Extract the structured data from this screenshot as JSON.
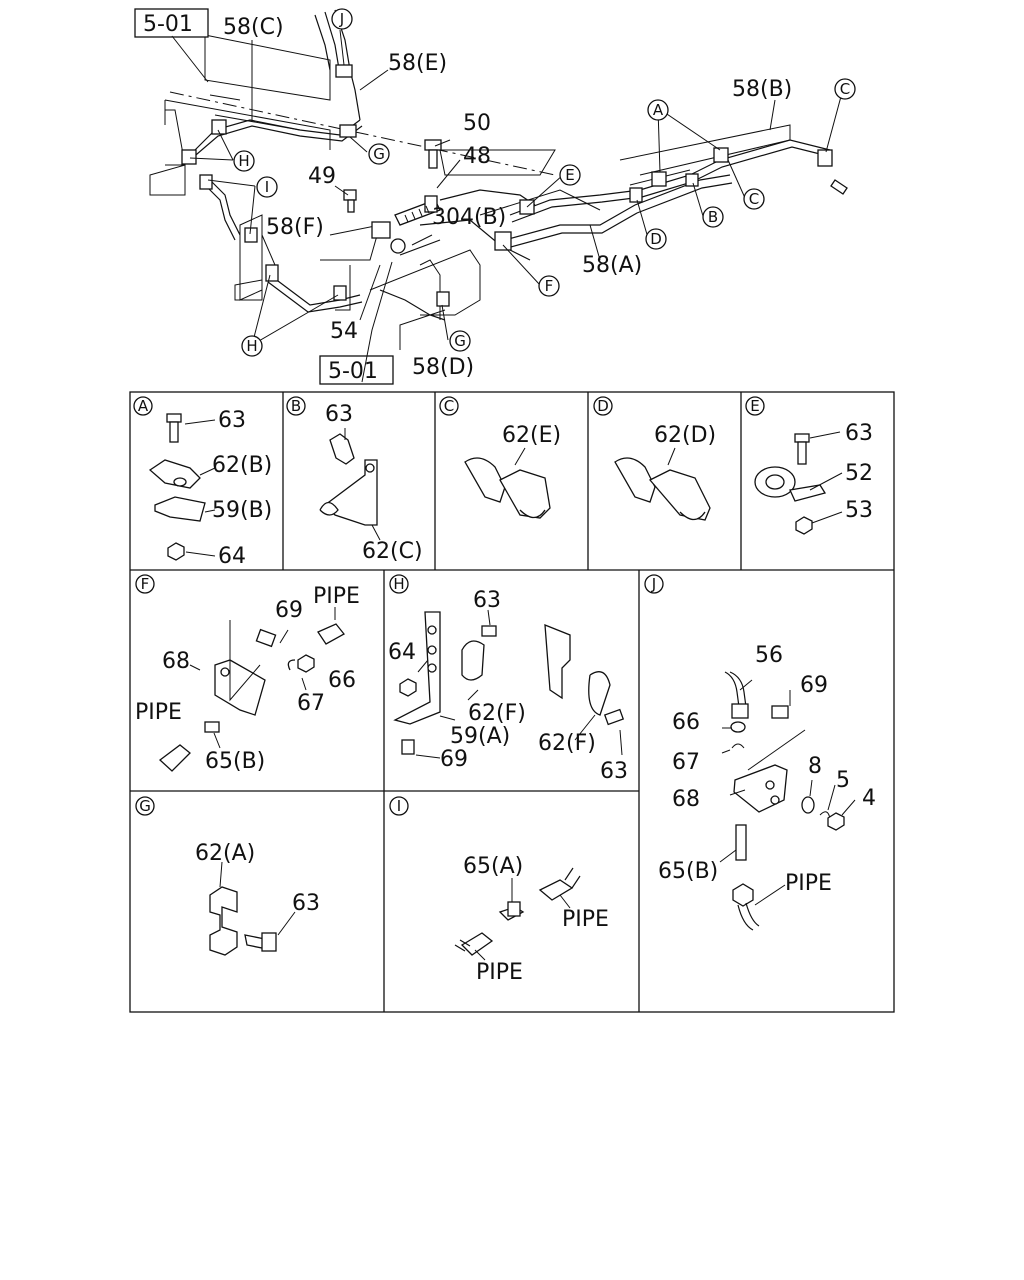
{
  "main_view": {
    "ref_top": "5-01",
    "ref_bottom": "5-01",
    "labels": {
      "l58c": "58(C)",
      "l58e": "58(E)",
      "l58b": "58(B)",
      "l58f": "58(F)",
      "l58a": "58(A)",
      "l58d": "58(D)",
      "l50": "50",
      "l48": "48",
      "l49": "49",
      "l304b": "304(B)",
      "l54": "54"
    },
    "callouts": {
      "J": "J",
      "H1": "H",
      "G1": "G",
      "I": "I",
      "H2": "H",
      "E": "E",
      "A": "A",
      "C1": "C",
      "C2": "C",
      "B": "B",
      "D": "D",
      "F": "F",
      "G2": "G"
    }
  },
  "details": {
    "A": {
      "letter": "A",
      "p1": "63",
      "p2": "62(B)",
      "p3": "59(B)",
      "p4": "64"
    },
    "B": {
      "letter": "B",
      "p1": "63",
      "p2": "62(C)"
    },
    "C": {
      "letter": "C",
      "p1": "62(E)"
    },
    "D": {
      "letter": "D",
      "p1": "62(D)"
    },
    "E": {
      "letter": "E",
      "p1": "63",
      "p2": "52",
      "p3": "53"
    },
    "F": {
      "letter": "F",
      "p1": "69",
      "p2": "PIPE",
      "p3": "68",
      "p4": "66",
      "p5": "67",
      "p6": "PIPE",
      "p7": "65(B)"
    },
    "H": {
      "letter": "H",
      "p1": "63",
      "p2": "64",
      "p3": "62(F)",
      "p4": "59(A)",
      "p5": "62(F)",
      "p6": "69",
      "p7": "63"
    },
    "J": {
      "letter": "J",
      "p1": "56",
      "p2": "69",
      "p3": "66",
      "p4": "67",
      "p5": "8",
      "p6": "5",
      "p7": "4",
      "p8": "68",
      "p9": "65(B)",
      "p10": "PIPE"
    },
    "G": {
      "letter": "G",
      "p1": "62(A)",
      "p2": "63"
    },
    "I": {
      "letter": "I",
      "p1": "65(A)",
      "p2": "PIPE",
      "p3": "PIPE"
    }
  }
}
